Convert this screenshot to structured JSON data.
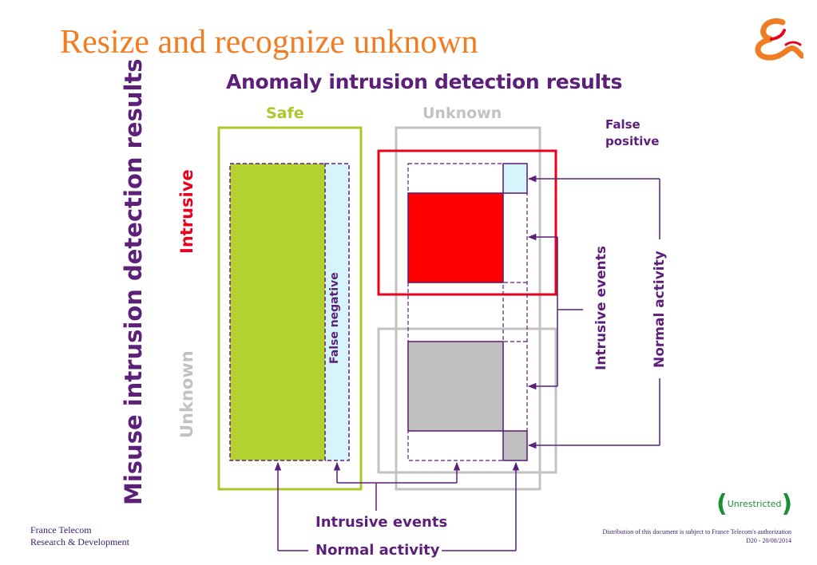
{
  "slide": {
    "title": "Resize and recognize unknown",
    "subtitle": "Anomaly intrusion detection results",
    "side_title": "Misuse intrusion detection results"
  },
  "labels": {
    "safe": "Safe",
    "unknown_top": "Unknown",
    "intrusive_left": "Intrusive",
    "unknown_left": "Unknown",
    "false_negative": "False negative",
    "false_positive_line1": "False",
    "false_positive_line2": "positive",
    "intrusive_events_vertical": "Intrusive events",
    "normal_activity_vertical": "Normal activity",
    "intrusive_events_bottom": "Intrusive events",
    "normal_activity_bottom": "Normal activity"
  },
  "footer": {
    "company_line1": "France Telecom",
    "company_line2": "Research & Development",
    "distribution": "Distribution of this document is subject to France Telecom's authorization",
    "doc_ref": "D20 - 20/08/2014",
    "classification": "Unrestricted",
    "paren_open": "(",
    "paren_close": ")"
  },
  "colors": {
    "title": "#f07d23",
    "purple": "#5c1f7a",
    "safe_green": "#a8c82c",
    "green_fill": "#b3d12f",
    "unknown_gray": "#c2c2c2",
    "intrusive_red": "#e8001c",
    "red_fill": "#ff0000",
    "light_cyan": "#d5f4fb",
    "gray_fill": "#c0c0c0"
  },
  "icons": {
    "logo": "france-telecom-ampersand-icon"
  }
}
